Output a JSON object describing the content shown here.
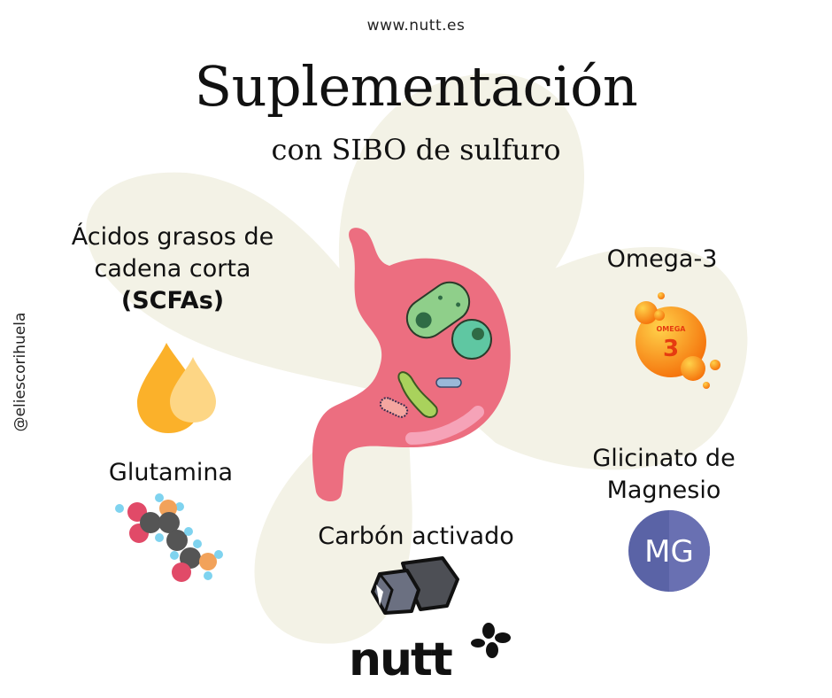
{
  "header": {
    "site_url": "www.nutt.es",
    "title": "Suplementación",
    "subtitle": "con SIBO de sulfuro"
  },
  "sidebar": {
    "handle": "@eliescorihuela"
  },
  "supplements": [
    {
      "name_line1": "Ácidos grasos de",
      "name_line2": "cadena corta",
      "name_line3": "(SCFAs)",
      "icon": "oil-drops-icon"
    },
    {
      "name": "Glutamina",
      "icon": "molecule-icon"
    },
    {
      "name": "Carbón activado",
      "icon": "charcoal-icon"
    },
    {
      "name": "Omega-3",
      "icon": "omega3-capsule-icon",
      "icon_text_top": "OMEGA",
      "icon_text_num": "3"
    },
    {
      "name_line1": "Glicinato de",
      "name_line2": "Magnesio",
      "icon": "magnesium-icon",
      "icon_text": "MG"
    }
  ],
  "center_image": {
    "icon": "stomach-with-bacteria-icon"
  },
  "footer": {
    "logo_text": "nutt"
  },
  "colors": {
    "petal": "#f3f2e6",
    "stomach": "#ec6e80",
    "stomach_highlight": "#f6a3b8",
    "drop_dark": "#fbb12a",
    "drop_light": "#fdd685",
    "omega": "#fb8c10",
    "magnesium": "#5a63a6",
    "bacteria_green": "#8fcf8a",
    "bacteria_teal": "#5fc7a2"
  }
}
